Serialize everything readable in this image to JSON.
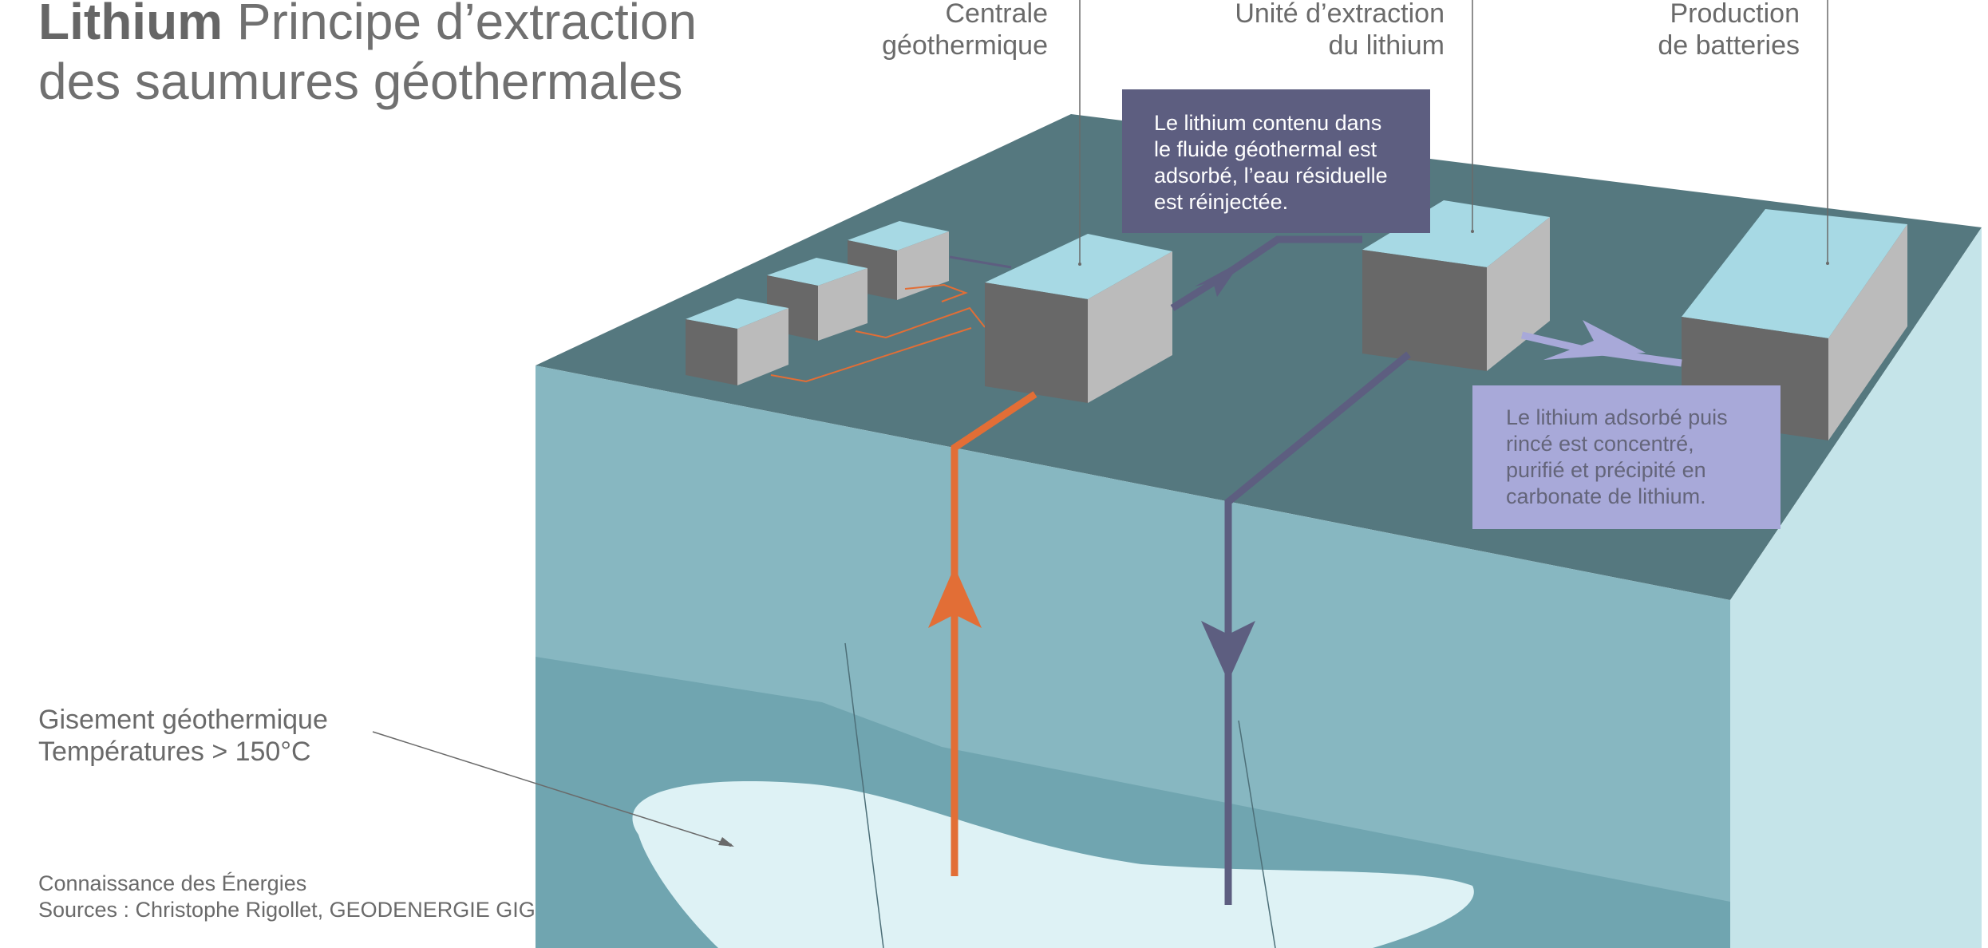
{
  "title": {
    "bold": "Lithium",
    "rest_line1": " Principe d’extraction",
    "line2": "des saumures géothermales"
  },
  "labels": {
    "centrale": [
      "Centrale",
      "géothermique"
    ],
    "unite": [
      "Unité d’extraction",
      "du lithium"
    ],
    "production": [
      "Production",
      "de batteries"
    ],
    "gisement": [
      "Gisement géothermique",
      "Températures > 150°C"
    ]
  },
  "callouts": {
    "adsorption": [
      "Le lithium contenu dans",
      "le fluide géothermal est",
      "adsorbé, l’eau résiduelle",
      "est réinjectée."
    ],
    "carbonate": [
      "Le lithium adsorbé puis",
      "rincé est concentré,",
      "purifié et précipité en",
      "carbonate de lithium."
    ]
  },
  "source": [
    "Connaissance des Énergies",
    "Sources : Christophe Rigollet, GEODENERGIE GIG"
  ],
  "colors": {
    "ground_top": "#55787f",
    "ground_front": "#87b7c1",
    "ground_deep": "#70a5b0",
    "ground_side": "#c5e4e9",
    "reservoir": "#def2f5",
    "hot_flow": "#e26e36",
    "cold_flow": "#5d5e80",
    "product_flow": "#a8a9d9",
    "building_top": "#a7d9e4",
    "building_front": "#686868",
    "building_side": "#bbbbbb"
  }
}
